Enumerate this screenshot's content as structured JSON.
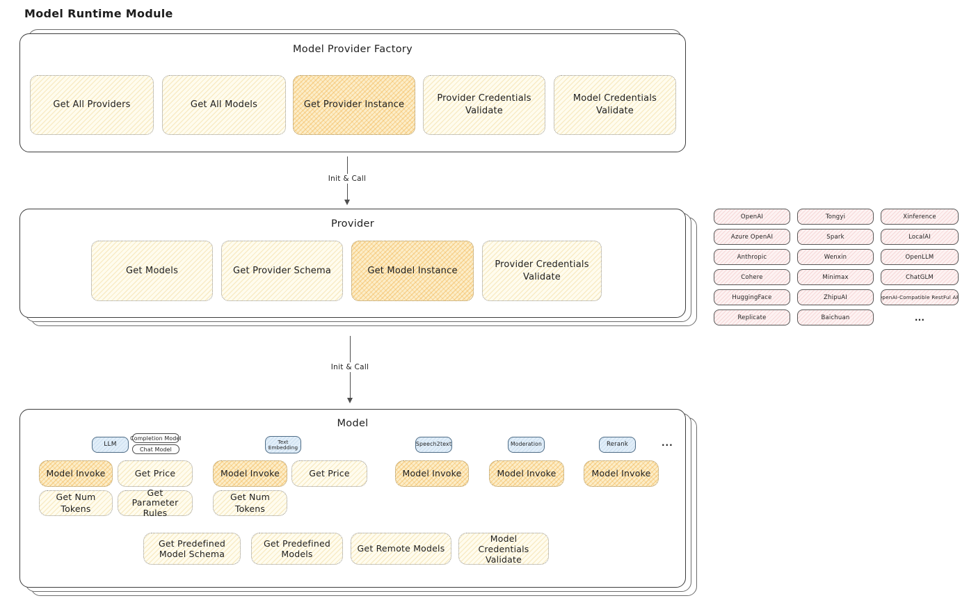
{
  "page": {
    "title": "Model Runtime Module"
  },
  "arrows": {
    "init_call_1": "Init & Call",
    "init_call_2": "Init & Call"
  },
  "factory": {
    "title": "Model Provider Factory",
    "buttons": [
      "Get All Providers",
      "Get All Models",
      "Get Provider Instance",
      "Provider Credentials Validate",
      "Model Credentials Validate"
    ]
  },
  "provider": {
    "title": "Provider",
    "buttons": [
      "Get Models",
      "Get Provider Schema",
      "Get Model Instance",
      "Provider Credentials Validate"
    ]
  },
  "providers": {
    "items": [
      "OpenAI",
      "Tongyi",
      "Xinference",
      "Azure OpenAI",
      "Spark",
      "LocalAI",
      "Anthropic",
      "Wenxin",
      "OpenLLM",
      "Cohere",
      "Minimax",
      "ChatGLM",
      "HuggingFace",
      "ZhipuAI",
      "OpenAI-Compatible RestFul API",
      "Replicate",
      "Baichuan",
      "..."
    ]
  },
  "model": {
    "title": "Model",
    "tabs": {
      "llm": "LLM",
      "completion": "Completion Model",
      "chat": "Chat Model",
      "text_embedding": "Text Embedding",
      "speech2text": "Speech2text",
      "moderation": "Moderation",
      "rerank": "Rerank",
      "more": "..."
    },
    "row1": [
      "Model Invoke",
      "Get Price",
      "Model Invoke",
      "Get Price",
      "Model Invoke",
      "Model Invoke",
      "Model Invoke"
    ],
    "row2": [
      "Get Num Tokens",
      "Get Parameter Rules",
      "Get Num Tokens"
    ],
    "row3": [
      "Get Predefined Model Schema",
      "Get Predefined Models",
      "Get Remote Models",
      "Model Credentials Validate"
    ]
  },
  "colors": {
    "highlight_orange": "#f5c268",
    "soft_yellow": "#fdf6de",
    "soft_pink": "#fbecec",
    "soft_blue": "#e1eef9"
  }
}
